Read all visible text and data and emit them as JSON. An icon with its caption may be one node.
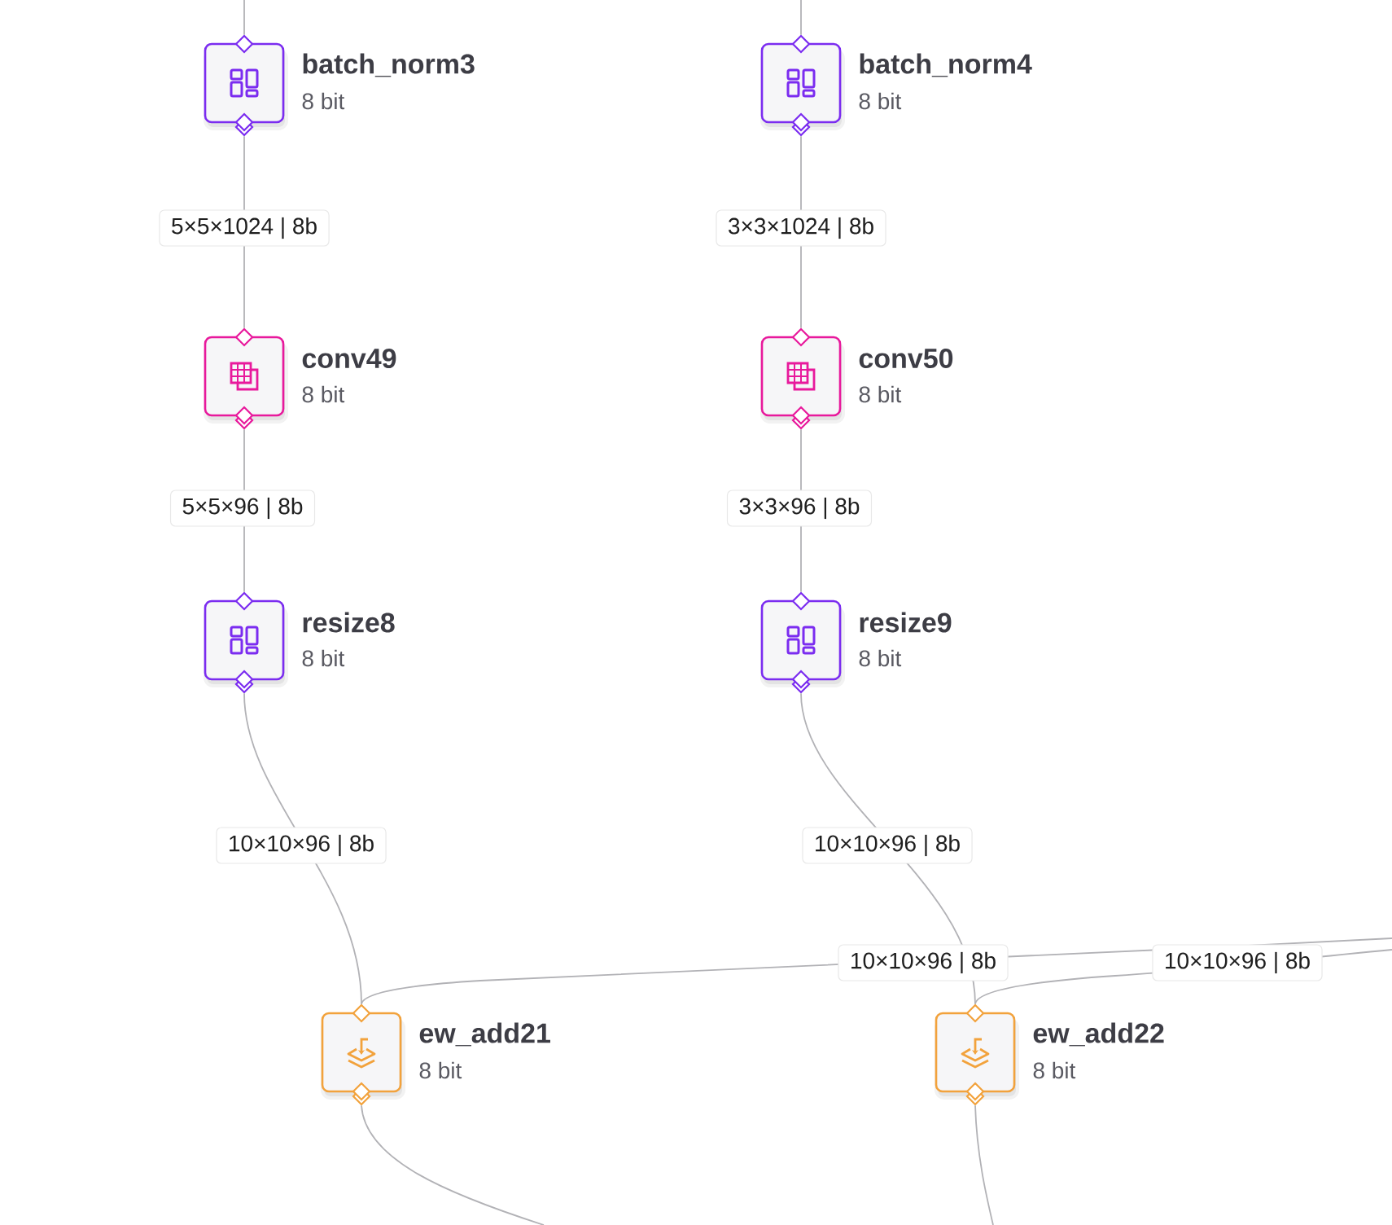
{
  "diagram": {
    "nodes": [
      {
        "text": [
          "batch_norm3",
          "8 bit"
        ]
      },
      {
        "text": [
          "batch_norm4",
          "8 bit"
        ]
      },
      {
        "text": [
          "conv49",
          "8 bit"
        ]
      },
      {
        "text": [
          "conv50",
          "8 bit"
        ]
      },
      {
        "text": [
          "resize8",
          "8 bit"
        ]
      },
      {
        "text": [
          "resize9",
          "8 bit"
        ]
      },
      {
        "text": [
          "ew_add21",
          "8 bit"
        ]
      },
      {
        "text": [
          "ew_add22",
          "8 bit"
        ]
      }
    ],
    "edges": [
      {
        "from": null,
        "to": 0,
        "arrow": "none"
      },
      {
        "from": null,
        "to": 1,
        "arrow": "none"
      },
      {
        "from": 0,
        "to": 2,
        "arrow": "none",
        "label": "5×5×1024 | 8b"
      },
      {
        "from": 1,
        "to": 3,
        "arrow": "none",
        "label": "3×3×1024 | 8b"
      },
      {
        "from": 2,
        "to": 4,
        "arrow": "none",
        "label": "5×5×96 | 8b"
      },
      {
        "from": 3,
        "to": 5,
        "arrow": "none",
        "label": "3×3×96 | 8b"
      },
      {
        "from": 4,
        "to": 6,
        "arrow": "none",
        "label": "10×10×96 | 8b"
      },
      {
        "from": 5,
        "to": 7,
        "arrow": "none",
        "label": "10×10×96 | 8b"
      },
      {
        "from": null,
        "to": 6,
        "arrow": "none",
        "label": "10×10×96 | 8b"
      },
      {
        "from": null,
        "to": 7,
        "arrow": "none",
        "label": "10×10×96 | 8b"
      },
      {
        "from": 6,
        "to": null,
        "arrow": "none"
      },
      {
        "from": 7,
        "to": null,
        "arrow": "none"
      }
    ]
  }
}
